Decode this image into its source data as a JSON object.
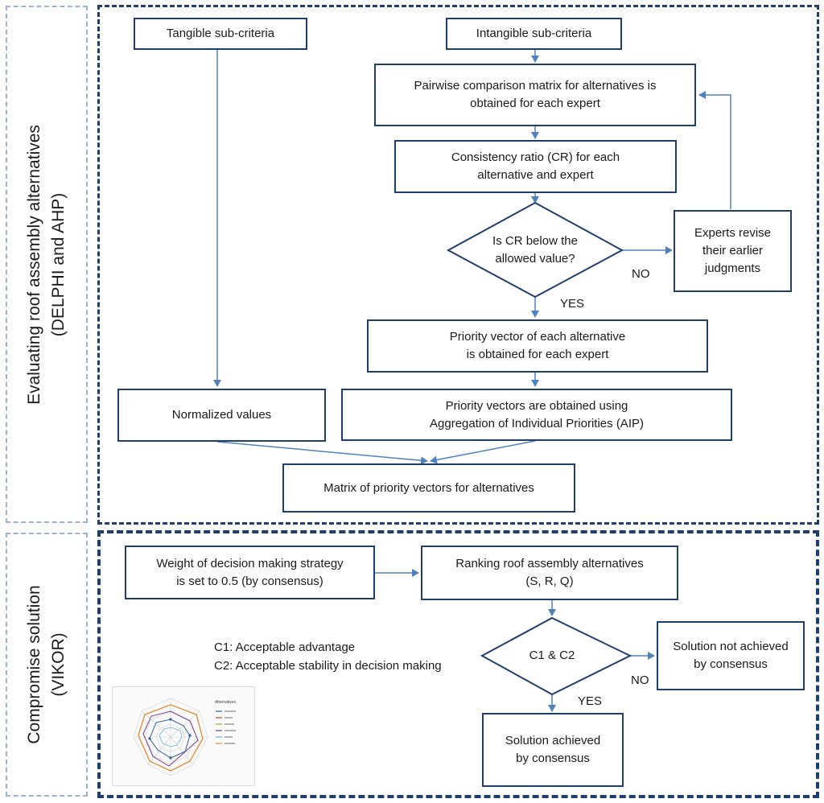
{
  "sections": {
    "evaluation_label": "Evaluating roof assembly alternatives\n(DELPHI and AHP)",
    "compromise_label": "Compromise solution\n(VIKOR)"
  },
  "nodes": {
    "tangible": "Tangible sub-criteria",
    "intangible": "Intangible sub-criteria",
    "pairwise": "Pairwise comparison matrix for alternatives is\nobtained for each expert",
    "consistency": "Consistency ratio (CR) for each\nalternative and expert",
    "cr_decision": "Is CR below the\nallowed value?",
    "experts_revise": "Experts revise\ntheir earlier\njudgments",
    "priority_vector": "Priority vector of each alternative\nis obtained for each expert",
    "normalized": "Normalized values",
    "aip": "Priority vectors are obtained using\nAggregation of Individual Priorities (AIP)",
    "matrix": "Matrix of priority vectors for alternatives",
    "weight": "Weight of decision making strategy\nis set to 0.5 (by consensus)",
    "ranking": "Ranking roof assembly alternatives\n(S, R, Q)",
    "c_decision": "C1 & C2",
    "not_achieved": "Solution not achieved\nby consensus",
    "achieved": "Solution achieved\nby consensus"
  },
  "edge_labels": {
    "no_1": "NO",
    "yes_1": "YES",
    "no_2": "NO",
    "yes_2": "YES"
  },
  "notes": {
    "c1": "C1: Acceptable advantage",
    "c2": "C2: Acceptable stability in decision making"
  },
  "colors": {
    "box_border": "#1f3e6e",
    "arrow": "#4f81bd",
    "side_border": "#9bb3cc"
  },
  "thumbnail": {
    "description_icon": "radar-chart-thumbnail",
    "legend_title": "Alternatives"
  }
}
